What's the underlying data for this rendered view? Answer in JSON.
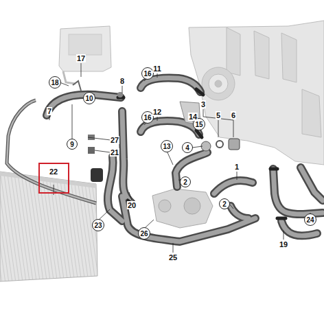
{
  "diagram": {
    "nodes": [
      {
        "text": [
          "18"
        ]
      },
      {
        "text": [
          "16"
        ]
      },
      {
        "text": [
          "10"
        ]
      },
      {
        "text": [
          "16"
        ]
      },
      {
        "text": [
          "15"
        ]
      },
      {
        "text": [
          "9"
        ]
      },
      {
        "text": [
          "13"
        ]
      },
      {
        "text": [
          "4"
        ]
      },
      {
        "text": [
          "22"
        ]
      },
      {
        "text": [
          "2"
        ]
      },
      {
        "text": [
          "2"
        ]
      },
      {
        "text": [
          "24"
        ]
      },
      {
        "text": [
          "23"
        ]
      },
      {
        "text": [
          "26"
        ]
      }
    ],
    "edges": [],
    "labels": [
      "17",
      "11",
      "8",
      "3",
      "7",
      "12",
      "14",
      "5",
      "6",
      "27",
      "21",
      "1",
      "20",
      "19",
      "25"
    ]
  }
}
